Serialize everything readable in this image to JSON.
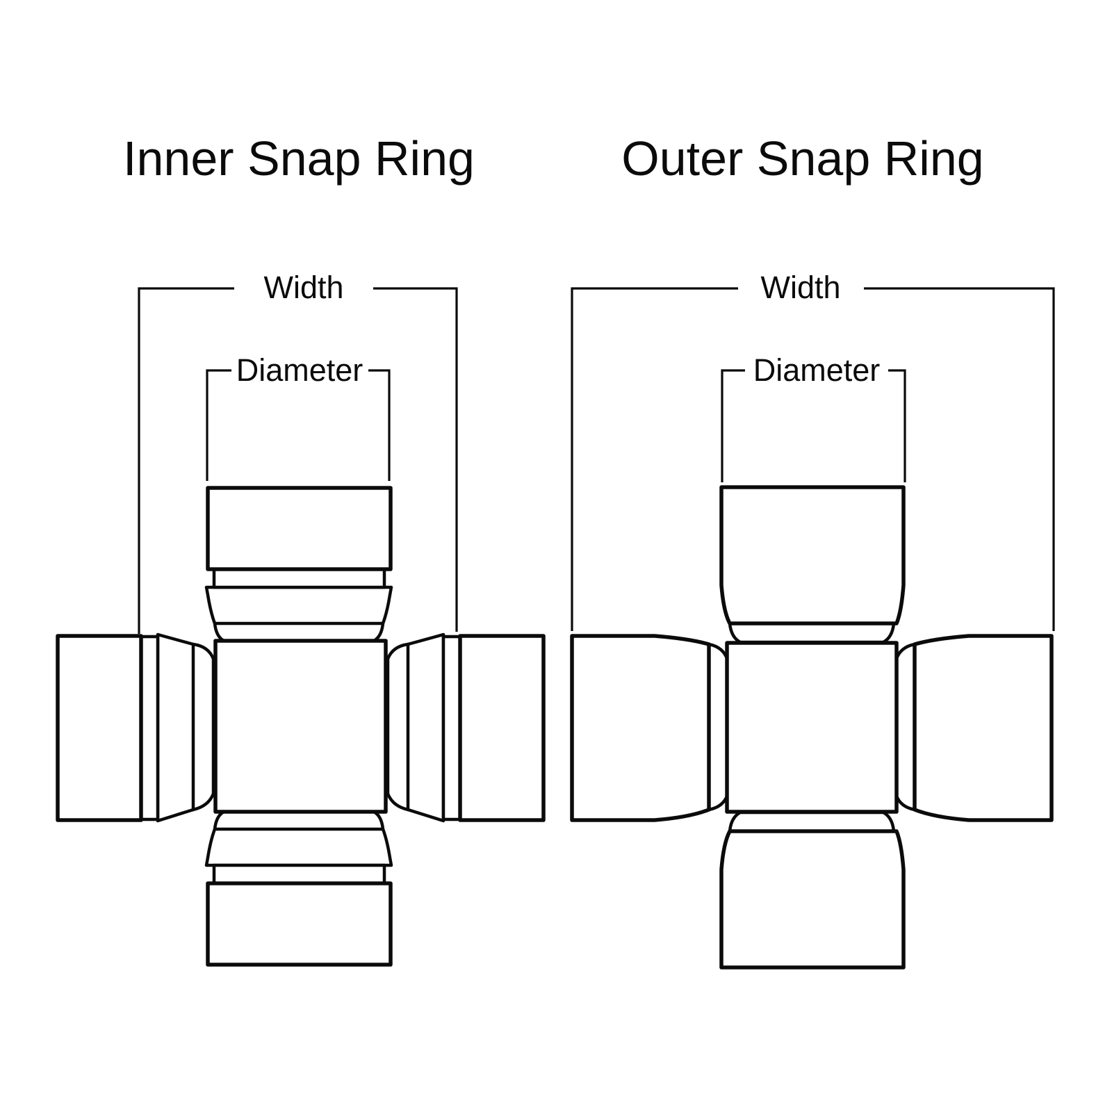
{
  "page": {
    "background_color": "#ffffff",
    "line_color": "#0b0b0b"
  },
  "diagrams": [
    {
      "title": "Inner Snap Ring",
      "width_label": "Width",
      "diameter_label": "Diameter"
    },
    {
      "title": "Outer Snap Ring",
      "width_label": "Width",
      "diameter_label": "Diameter"
    }
  ]
}
